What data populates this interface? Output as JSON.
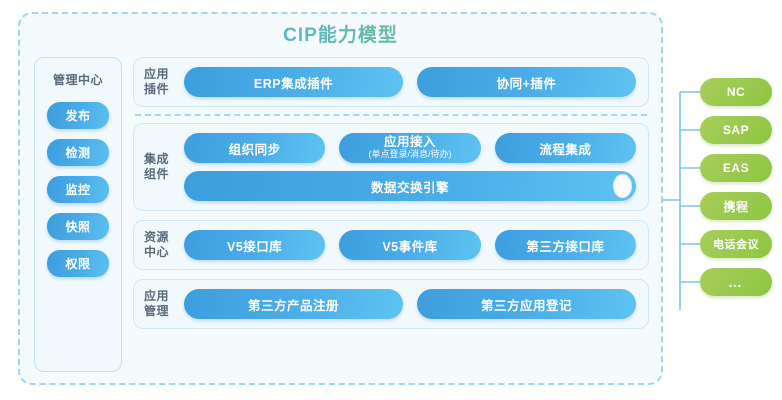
{
  "title": "CIP能力模型",
  "colors": {
    "accent_blue": "#49ace8",
    "accent_green": "#8dc63f",
    "frame_border": "#9fd4f5",
    "panel_bg": "#f2f9fd"
  },
  "management_center": {
    "title": "管理中心",
    "items": [
      {
        "label": "发布"
      },
      {
        "label": "检测"
      },
      {
        "label": "监控"
      },
      {
        "label": "快照"
      },
      {
        "label": "权限"
      }
    ]
  },
  "rows": [
    {
      "label_line1": "应用",
      "label_line2": "插件",
      "items": [
        {
          "label": "ERP集成插件",
          "sub": ""
        },
        {
          "label": "协同+插件",
          "sub": ""
        }
      ]
    },
    {
      "label_line1": "集成",
      "label_line2": "组件",
      "items": [
        {
          "label": "组织同步",
          "sub": ""
        },
        {
          "label": "应用接入",
          "sub": "(单点登录/消息/待办)"
        },
        {
          "label": "流程集成",
          "sub": ""
        }
      ],
      "wide_bar": {
        "label": "数据交换引擎"
      }
    },
    {
      "label_line1": "资源",
      "label_line2": "中心",
      "items": [
        {
          "label": "V5接口库",
          "sub": ""
        },
        {
          "label": "V5事件库",
          "sub": ""
        },
        {
          "label": "第三方接口库",
          "sub": ""
        }
      ]
    },
    {
      "label_line1": "应用",
      "label_line2": "管理",
      "items": [
        {
          "label": "第三方产品注册",
          "sub": ""
        },
        {
          "label": "第三方应用登记",
          "sub": ""
        }
      ]
    }
  ],
  "external_systems": [
    {
      "label": "NC"
    },
    {
      "label": "SAP"
    },
    {
      "label": "EAS"
    },
    {
      "label": "携程"
    },
    {
      "label": "电话会议"
    },
    {
      "label": "…"
    }
  ]
}
